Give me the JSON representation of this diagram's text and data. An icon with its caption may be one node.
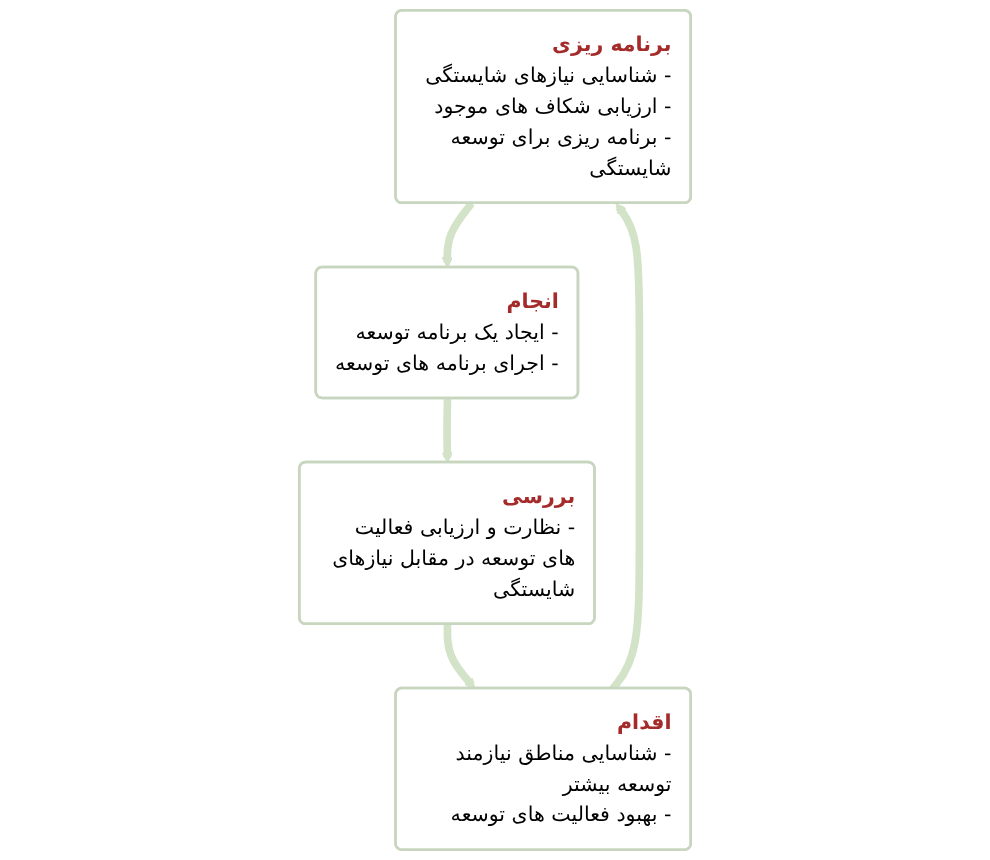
{
  "diagram": {
    "nodes": [
      {
        "text": [
          "برنامه ریزی",
          "- شناسایی نیازهای شایستگی",
          "- ارزیابی شکاف های موجود",
          "- برنامه ریزی برای توسعه شایستگی"
        ]
      },
      {
        "text": [
          "انجام",
          "- ایجاد یک برنامه توسعه",
          "- اجرای برنامه های توسعه"
        ]
      },
      {
        "text": [
          "بررسی",
          "- نظارت و ارزیابی فعالیت های توسعه در مقابل نیازهای شایستگی"
        ]
      },
      {
        "text": [
          "اقدام",
          "- شناسایی مناطق نیازمند توسعه بیشتر",
          "- بهبود فعالیت های توسعه"
        ]
      }
    ],
    "edges": [
      {
        "from": 0,
        "to": 1,
        "arrow": "to"
      },
      {
        "from": 1,
        "to": 2,
        "arrow": "to"
      },
      {
        "from": 2,
        "to": 3,
        "arrow": "to"
      },
      {
        "from": 3,
        "to": 0,
        "arrow": "to"
      }
    ]
  }
}
